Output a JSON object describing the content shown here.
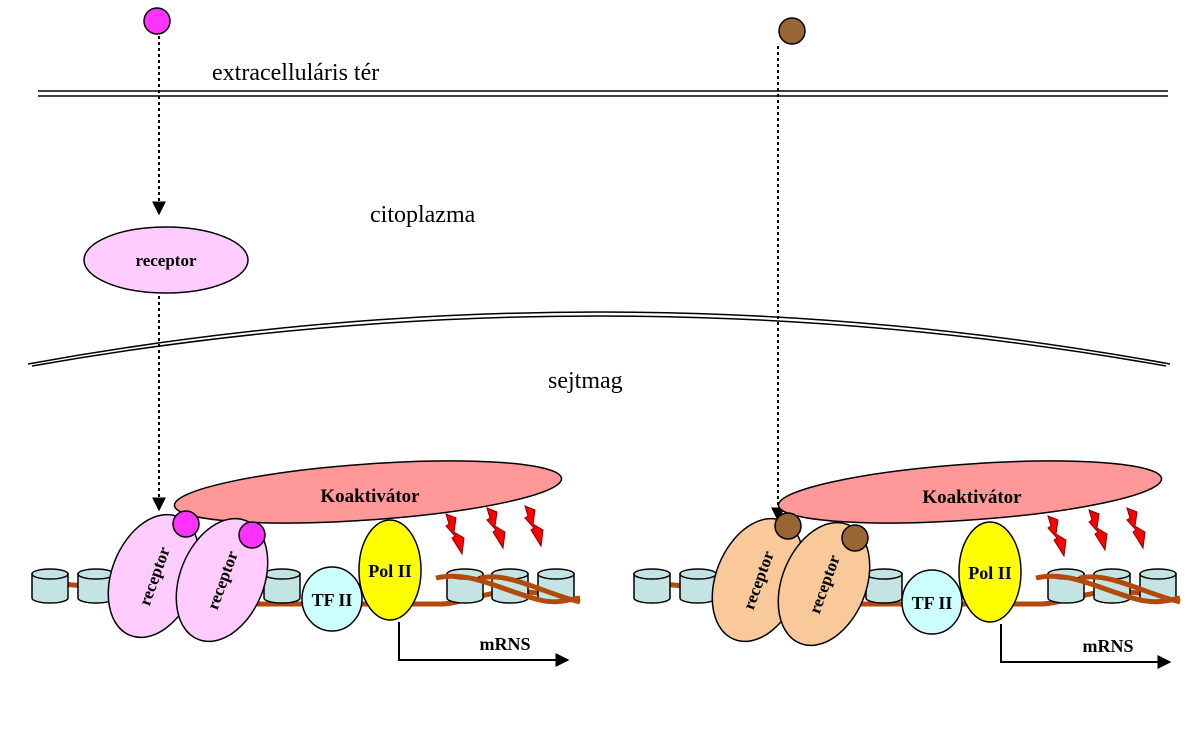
{
  "labels": {
    "extracellular": "extracelluláris tér",
    "cytoplasm": "citoplazma",
    "nucleus": "sejtmag"
  },
  "left_panel": {
    "cytoplasmic_receptor": "receptor",
    "receptor_1": "receptor",
    "receptor_2": "receptor",
    "coactivator": "Koaktivátor",
    "tf2": "TF II",
    "pol2": "Pol II",
    "mrna": "mRNS"
  },
  "right_panel": {
    "receptor_1": "receptor",
    "receptor_2": "receptor",
    "coactivator": "Koaktivátor",
    "tf2": "TF II",
    "pol2": "Pol II",
    "mrna": "mRNS"
  },
  "colors": {
    "ligand_left": "#ff33ff",
    "ligand_right": "#996633",
    "receptor_left": "#ffccff",
    "receptor_right": "#f9c99a",
    "coactivator": "#ff9999",
    "pol2": "#ffff00",
    "tf2": "#ccffff",
    "nucleosome": "#c4e4e4",
    "dna": "#b34a0c",
    "lightning": "#ff0000"
  }
}
